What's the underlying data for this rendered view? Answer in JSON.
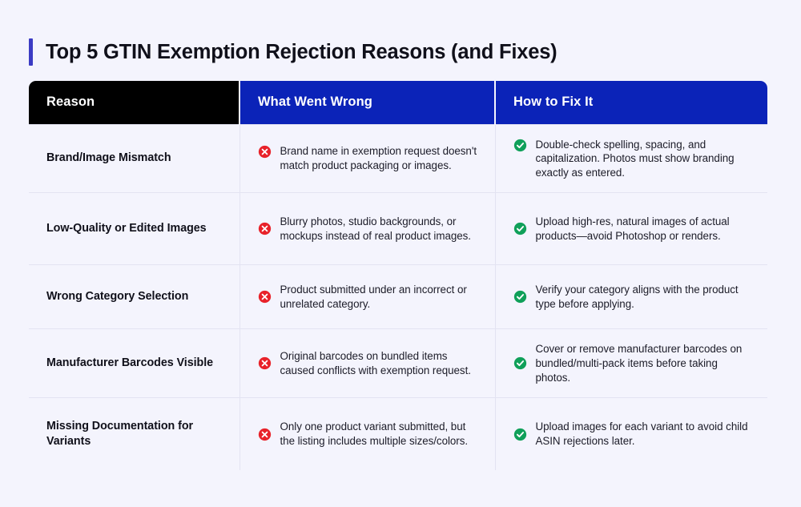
{
  "page": {
    "background_color": "#f4f4fd",
    "accent_color": "#3b3bc4",
    "header_blue": "#0b23b8",
    "header_black": "#000000",
    "error_icon_color": "#e8222a",
    "success_icon_color": "#10a05a"
  },
  "title": "Top 5 GTIN Exemption Rejection Reasons (and Fixes)",
  "table": {
    "columns": [
      {
        "label": "Reason"
      },
      {
        "label": "What Went Wrong"
      },
      {
        "label": "How to Fix It"
      }
    ],
    "rows": [
      {
        "reason": "Brand/Image Mismatch",
        "wrong_icon": "error-circle-icon",
        "wrong": "Brand name in exemption request doesn't match product packaging or images.",
        "fix_icon": "check-circle-icon",
        "fix": "Double-check spelling, spacing, and capitalization. Photos must show branding exactly as entered."
      },
      {
        "reason": "Low-Quality or Edited Images",
        "wrong_icon": "error-circle-icon",
        "wrong": "Blurry photos, studio backgrounds, or mockups instead of real product images.",
        "fix_icon": "check-circle-icon",
        "fix": "Upload high-res, natural images of actual products—avoid Photoshop or renders."
      },
      {
        "reason": "Wrong Category Selection",
        "wrong_icon": "error-circle-icon",
        "wrong": "Product submitted under an incorrect or unrelated category.",
        "fix_icon": "check-circle-icon",
        "fix": "Verify your category aligns with the product type before applying."
      },
      {
        "reason": "Manufacturer Barcodes Visible",
        "wrong_icon": "error-circle-icon",
        "wrong": "Original barcodes on bundled items caused conflicts with exemption request.",
        "fix_icon": "check-circle-icon",
        "fix": "Cover or remove manufacturer barcodes on bundled/multi-pack items before taking photos."
      },
      {
        "reason": "Missing Documentation for Variants",
        "wrong_icon": "error-circle-icon",
        "wrong": "Only one product variant submitted, but the listing includes multiple sizes/colors.",
        "fix_icon": "check-circle-icon",
        "fix": "Upload images for each variant to avoid child ASIN rejections later."
      }
    ]
  }
}
